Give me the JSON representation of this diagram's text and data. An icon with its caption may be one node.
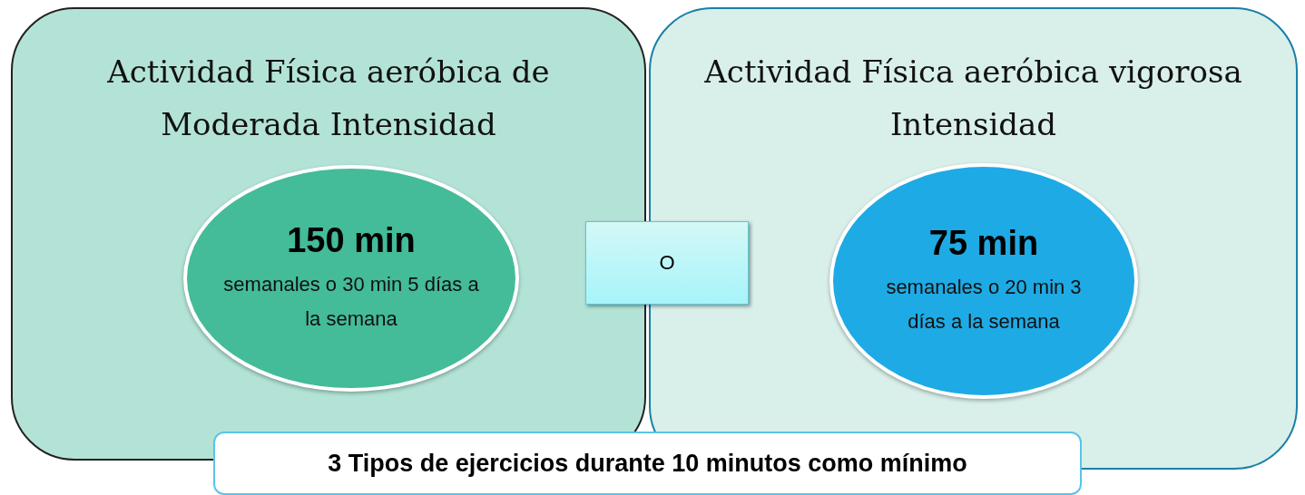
{
  "diagram": {
    "nodes": [
      {
        "text": [
          "Actividad Física aeróbica de Moderada Intensidad"
        ]
      },
      {
        "text": [
          "150 min",
          "semanales o 30 min 5 días a la semana"
        ],
        "in": 0
      },
      {
        "text": [
          "Actividad Física aeróbica vigorosa Intensidad"
        ]
      },
      {
        "text": [
          "75 min",
          "semanales o 20 min 3 días a la semana"
        ],
        "in": 2
      },
      {
        "text": [
          "O"
        ]
      },
      {
        "text": [
          "3 Tipos de ejercicios durante 10 minutos como mínimo"
        ]
      }
    ]
  }
}
